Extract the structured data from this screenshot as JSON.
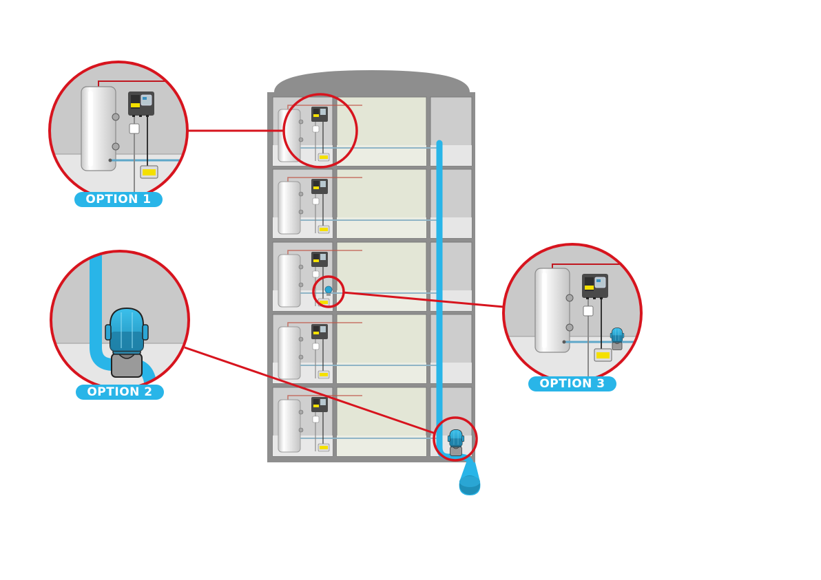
{
  "diagram": {
    "type": "installation-options-illustration",
    "building": {
      "floors": 5,
      "description": "Multi-storey building cross-section with a water heater, controller and sensor on each floor, and a vertical drain pipe down the right shaft"
    },
    "options": [
      {
        "id": "option-1",
        "label": "OPTION 1",
        "focus": "Controller and sensor at the water heater on each floor"
      },
      {
        "id": "option-2",
        "label": "OPTION 2",
        "focus": "Shut-off valve on the main vertical pipe at the bottom"
      },
      {
        "id": "option-3",
        "label": "OPTION 3",
        "focus": "Valve on the horizontal branch pipe of a floor"
      }
    ]
  },
  "colors": {
    "callout_red": "#d7141e",
    "pipe_blue": "#29b5e8",
    "label_blue": "#29b5e8",
    "wall_gray": "#8e8e8e",
    "room_light": "#e4e6d8",
    "controller_dark": "#4a4a4a",
    "sensor_yellow": "#f4e000"
  }
}
